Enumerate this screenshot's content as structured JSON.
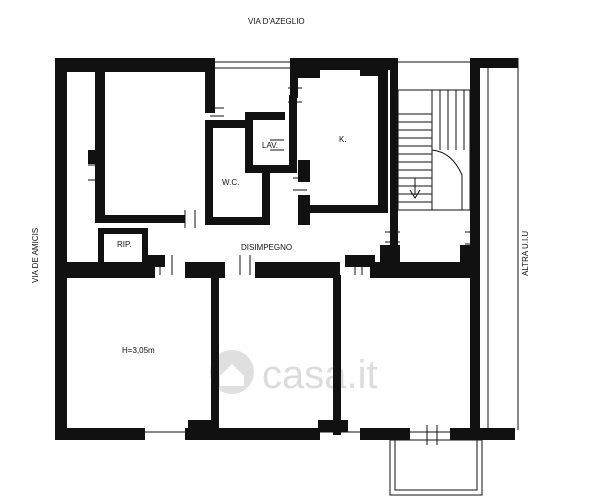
{
  "streets": {
    "top": "VIA D'AZEGLIO",
    "left": "VIA DE AMICIS",
    "right": "ALTRA U.I.U"
  },
  "rooms": {
    "lav": "LAV.",
    "kitchen": "K.",
    "wc": "W.C.",
    "rip": "RIP.",
    "corridor": "DISIMPEGNO",
    "height": "H=3,05m"
  },
  "watermark": {
    "text": "casa.it"
  },
  "icons": {
    "stairs": "staircase-icon",
    "watermark": "house-logo-icon"
  }
}
